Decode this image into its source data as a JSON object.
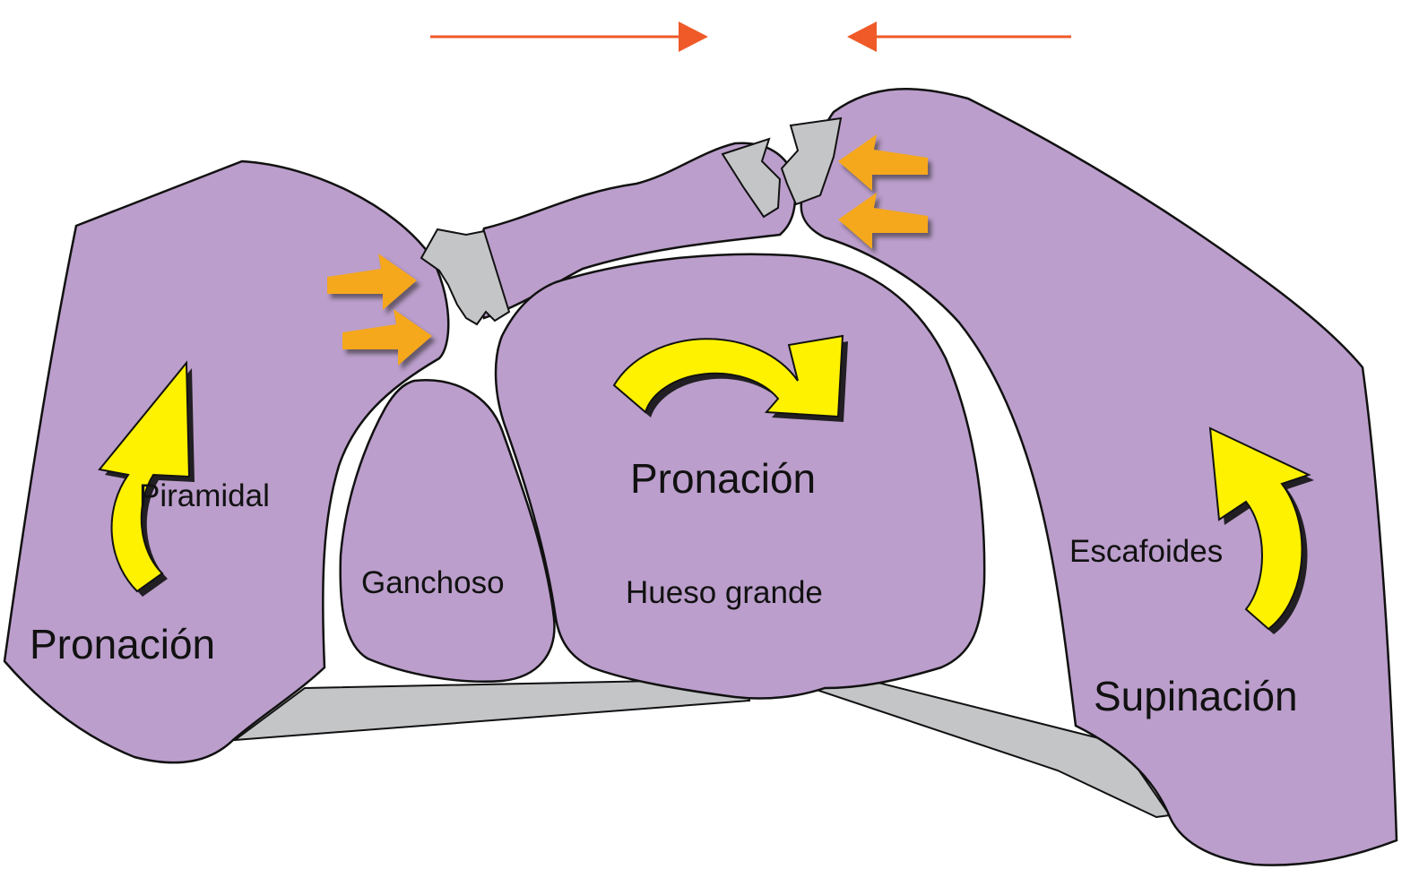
{
  "labels": {
    "piramidal": "Piramidal",
    "ganchoso": "Ganchoso",
    "hueso_grande": "Hueso grande",
    "escafoides": "Escafoides",
    "pronacion_left": "Pronación",
    "pronacion_center": "Pronación",
    "supinacion_right": "Supinación"
  },
  "colors": {
    "bone_fill": "#bb9ecb",
    "outline": "#111111",
    "ligament_fill": "#c4c5c7",
    "rotation_arrow": "#fff200",
    "force_arrow": "#f5a81c",
    "compression_arrow": "#ef5a28"
  },
  "icons": {
    "rotation": "curved-arrow-icon",
    "force": "arrow-right-icon",
    "compression": "long-arrow-icon"
  }
}
